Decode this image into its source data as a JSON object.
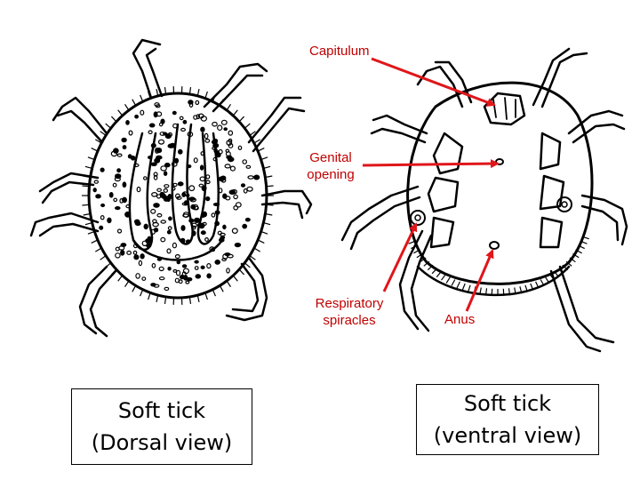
{
  "labels": {
    "capitulum": "Capitulum",
    "genital_line1": "Genital",
    "genital_line2": "opening",
    "resp_line1": "Respiratory",
    "resp_line2": "spiracles",
    "anus": "Anus"
  },
  "captions": {
    "dorsal_line1": "Soft tick",
    "dorsal_line2": "(Dorsal view)",
    "ventral_line1": "Soft tick",
    "ventral_line2": "(ventral view)"
  },
  "colors": {
    "arrow": "#e0161a",
    "label_text": "#c00000",
    "outline": "#000000"
  }
}
